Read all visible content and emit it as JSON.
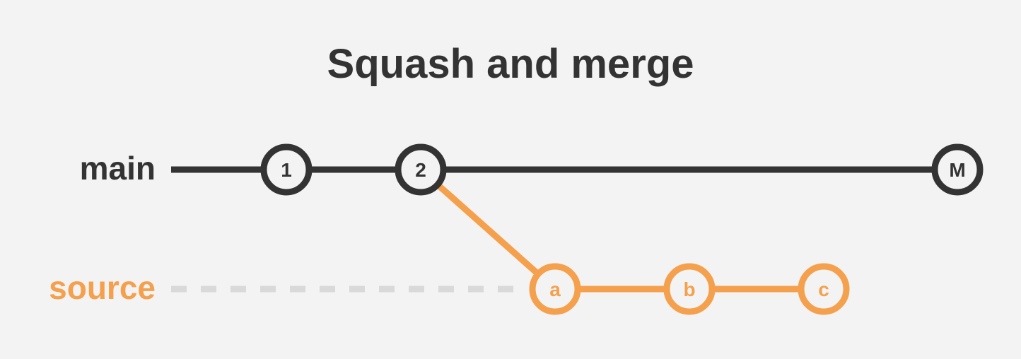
{
  "title": "Squash and merge",
  "colors": {
    "background": "#f3f3f3",
    "main": "#333333",
    "source": "#f5a04d",
    "source_dashed": "#d9d9d9",
    "node_fill": "#f3f3f3"
  },
  "branches": {
    "main": {
      "label": "main",
      "commits": [
        "1",
        "2",
        "M"
      ]
    },
    "source": {
      "label": "source",
      "commits": [
        "a",
        "b",
        "c"
      ]
    }
  }
}
